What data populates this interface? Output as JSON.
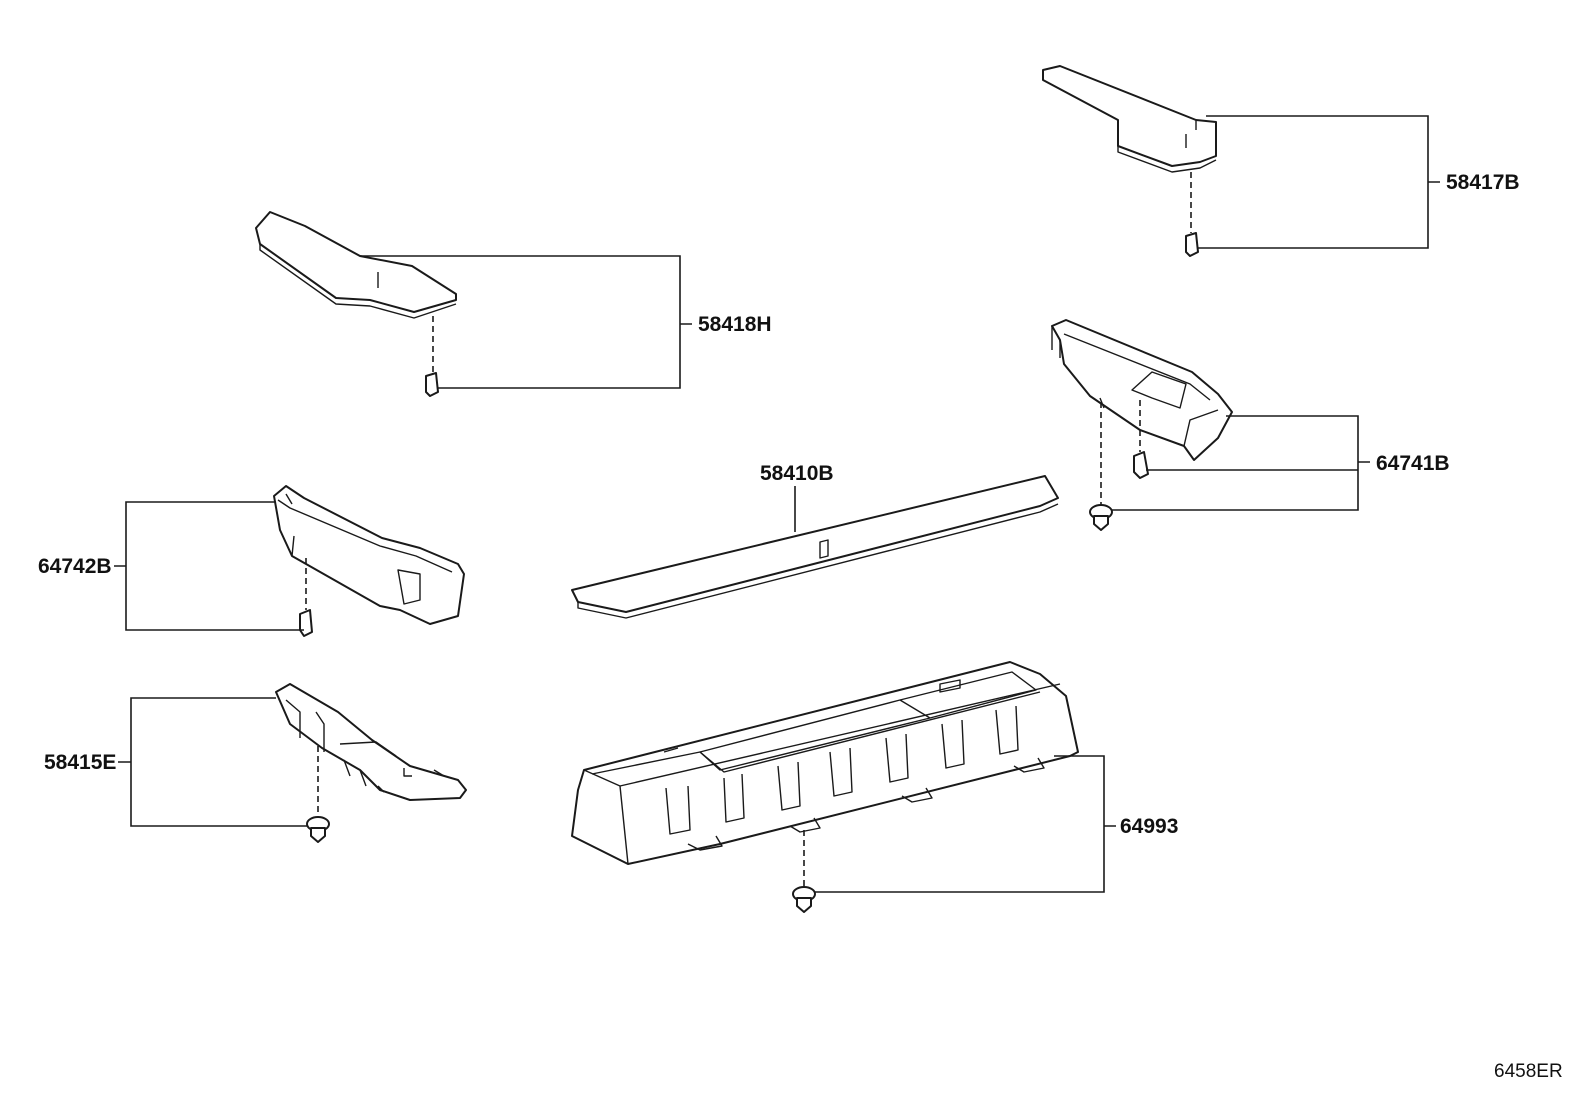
{
  "parts": {
    "p58417b": "58417B",
    "p58418h": "58418H",
    "p58410b": "58410B",
    "p64741b": "64741B",
    "p64742b": "64742B",
    "p58415e": "58415E",
    "p64993": "64993"
  },
  "illustration_code": "6458ER"
}
